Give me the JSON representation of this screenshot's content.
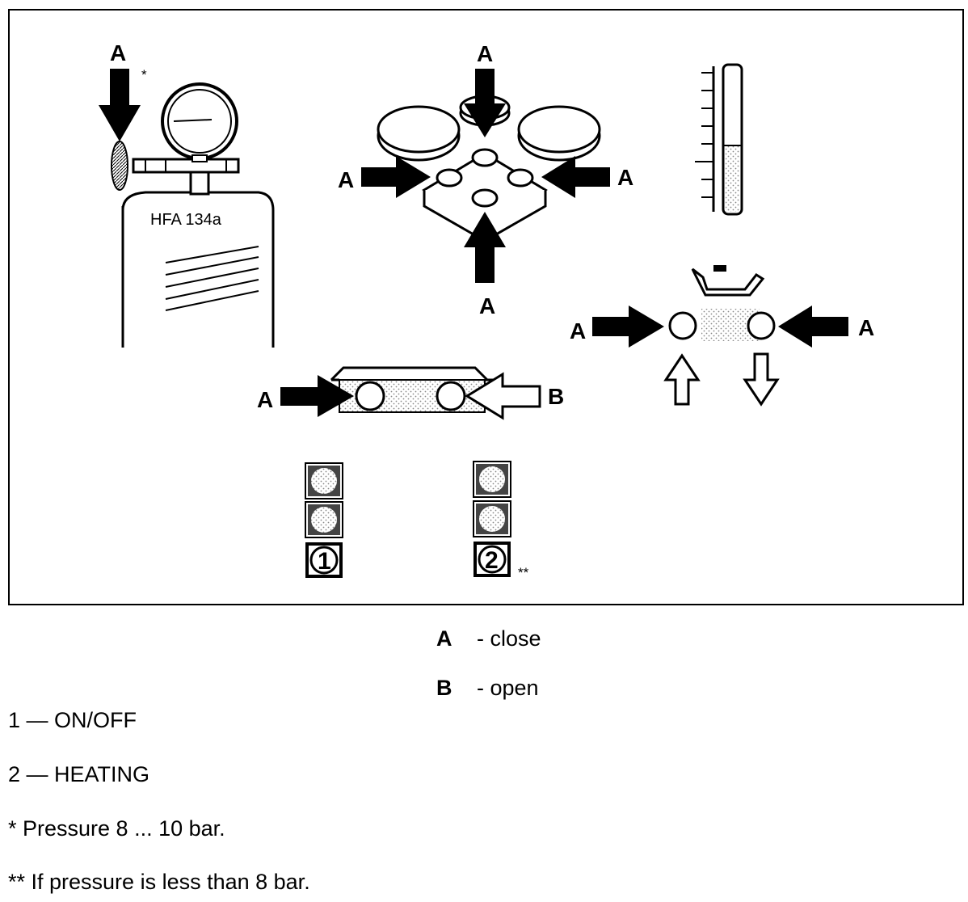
{
  "diagram": {
    "arrow_label_close": "A",
    "arrow_label_open": "B",
    "cylinder_label": "HFA 134a",
    "cylinder_marker": "*",
    "switch_1": "1",
    "switch_2": "2",
    "switch_2_marker": "**"
  },
  "legend": [
    {
      "key": "A",
      "text": "- close"
    },
    {
      "key": "B",
      "text": "- open"
    }
  ],
  "notes": [
    "1 — ON/OFF",
    "2 — HEATING",
    "* Pressure 8 ... 10 bar.",
    "** If pressure is less than 8 bar."
  ],
  "colors": {
    "ink": "#000000",
    "paper": "#ffffff",
    "stipple": "#b0b0b0"
  }
}
